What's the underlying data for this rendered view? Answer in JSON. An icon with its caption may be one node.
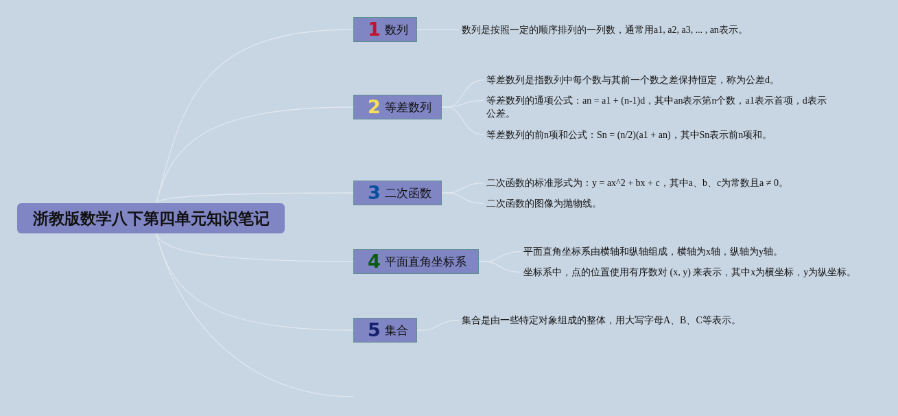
{
  "diagram": {
    "nodes": [
      {
        "text": [
          "浙教版数学八下第四单元知识笔记"
        ]
      },
      {
        "text": [
          "1",
          "数列"
        ]
      },
      {
        "text": [
          "2",
          "等差数列"
        ]
      },
      {
        "text": [
          "3",
          "二次函数"
        ]
      },
      {
        "text": [
          "4",
          "平面直角坐标系"
        ]
      },
      {
        "text": [
          "5",
          "集合"
        ]
      },
      {
        "text": [
          "数列是按照一定的顺序排列的一列数，通常用a1, a2, a3, ... , an表示。"
        ]
      },
      {
        "text": [
          "等差数列是指数列中每个数与其前一个数之差保持恒定，称为公差d。"
        ]
      },
      {
        "text": [
          "等差数列的通项公式：an = a1 + (n-1)d，其中an表示第n个数，a1表示首项，d表示公差。"
        ]
      },
      {
        "text": [
          "等差数列的前n项和公式：Sn = (n/2)(a1 + an)，其中Sn表示前n项和。"
        ]
      },
      {
        "text": [
          "二次函数的标准形式为：y = ax^2 + bx + c，其中a、b、c为常数且a ≠ 0。"
        ]
      },
      {
        "text": [
          "二次函数的图像为抛物线。"
        ]
      },
      {
        "text": [
          "平面直角坐标系由横轴和纵轴组成，横轴为x轴，纵轴为y轴。"
        ]
      },
      {
        "text": [
          "坐标系中，点的位置使用有序数对 (x, y) 来表示，其中x为横坐标，y为纵坐标。"
        ]
      },
      {
        "text": [
          "集合是由一些特定对象组成的整体，用大写字母A、B、C等表示。"
        ]
      }
    ],
    "edges": [
      {
        "from": 0,
        "to": 1,
        "arrow": "none"
      },
      {
        "from": 0,
        "to": 2,
        "arrow": "none"
      },
      {
        "from": 0,
        "to": 3,
        "arrow": "none"
      },
      {
        "from": 0,
        "to": 4,
        "arrow": "none"
      },
      {
        "from": 0,
        "to": 5,
        "arrow": "none"
      },
      {
        "from": 0,
        "to": null,
        "arrow": "none"
      },
      {
        "from": 1,
        "to": 6,
        "arrow": "none"
      },
      {
        "from": 2,
        "to": 7,
        "arrow": "none"
      },
      {
        "from": 2,
        "to": 8,
        "arrow": "none"
      },
      {
        "from": 2,
        "to": 9,
        "arrow": "none"
      },
      {
        "from": 3,
        "to": 10,
        "arrow": "none"
      },
      {
        "from": 3,
        "to": 11,
        "arrow": "none"
      },
      {
        "from": 4,
        "to": 12,
        "arrow": "none"
      },
      {
        "from": 4,
        "to": 13,
        "arrow": "none"
      },
      {
        "from": 5,
        "to": 14,
        "arrow": "none"
      }
    ]
  }
}
